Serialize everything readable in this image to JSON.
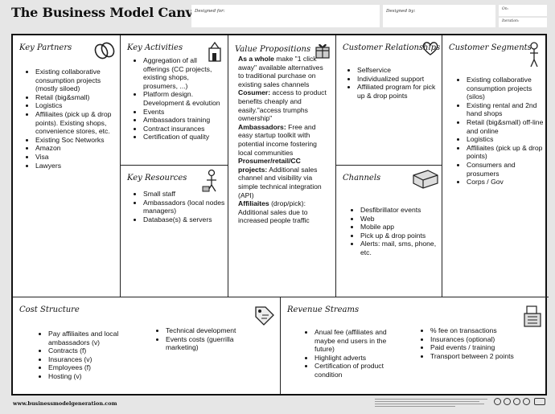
{
  "header": {
    "title": "The Business Model Canvas",
    "designed_for": "Designed for:",
    "designed_by": "Designed by:",
    "on": "On:",
    "iteration": "Iteration:"
  },
  "key_partners": {
    "title": "Key Partners",
    "items": [
      "Existing collaborative consumption projects (mostly siloed)",
      "Retail (big&small)",
      "Logistics",
      "Affiliaites (pick up & drop points). Existing shops, convenience stores, etc.",
      "Existing Soc Networks",
      "Amazon",
      "Visa",
      "Lawyers"
    ]
  },
  "key_activities": {
    "title": "Key Activities",
    "items": [
      "Aggregation of all offerings (CC projects, existing shops, prosumers, ...)",
      "Platform design. Development & evolution",
      "Events",
      "Ambassadors training",
      "Contract insurances",
      "Certification of quality"
    ]
  },
  "key_resources": {
    "title": "Key Resources",
    "items": [
      "Small staff",
      "Ambassadors (local nodes managers)",
      "Database(s) & servers"
    ]
  },
  "value_propositions": {
    "title": "Value Propositions",
    "p1_bold": "As a whole",
    "p1_text": " make \"1 click away\" available alternatives to traditional purchase on existing sales channels",
    "p2_bold": "Cosumer:",
    "p2_text": " access to product benefits cheaply and easily.\"access trumphs ownership\"",
    "p3_bold": "Ambassadors:",
    "p3_text": " Free and easy startup toolkit with potential income fostering local communities",
    "p4_bold": "Prosumer/retail/CC projects:",
    "p4_text": " Additional sales channel and visibility via simple technical integration (API)",
    "p5_bold": "Affiliaites",
    "p5_text": " (drop/pick): Additional sales due to increased people traffic"
  },
  "customer_relationships": {
    "title": "Customer Relationships",
    "items": [
      "Selfservice",
      "Individualized support",
      "Affiliated program for pick up & drop points"
    ]
  },
  "channels": {
    "title": "Channels",
    "items": [
      "Desfibrillator events",
      "Web",
      "Mobile app",
      "Pick up & drop points",
      "Alerts: mail, sms, phone, etc."
    ]
  },
  "customer_segments": {
    "title": "Customer Segments",
    "items": [
      "Existing collaborative consumption projects (silos)",
      "Existing rental and 2nd hand shops",
      "Retail (big&small) off-line and online",
      "Logistics",
      "Affiliaites (pick up & drop points)",
      "Consumers and prosumers",
      "Corps / Gov"
    ]
  },
  "cost_structure": {
    "title": "Cost Structure",
    "col1": [
      "Pay affiliaites and local ambassadors (v)",
      "Contracts (f)",
      "Insurances (v)",
      "Employees (f)",
      "Hosting (v)"
    ],
    "col2": [
      "Technical development",
      "Events costs (guerrilla marketing)"
    ]
  },
  "revenue_streams": {
    "title": "Revenue Streams",
    "col1": [
      "Anual fee (affiliates and maybe end users in the future)",
      "Highlight adverts",
      "Certification of product condition"
    ],
    "col2": [
      "% fee on transactions",
      "Insurances (optional)",
      "Paid events / training",
      "Transport between 2 points"
    ]
  },
  "footer": {
    "url": "www.businessmodelgeneration.com"
  }
}
